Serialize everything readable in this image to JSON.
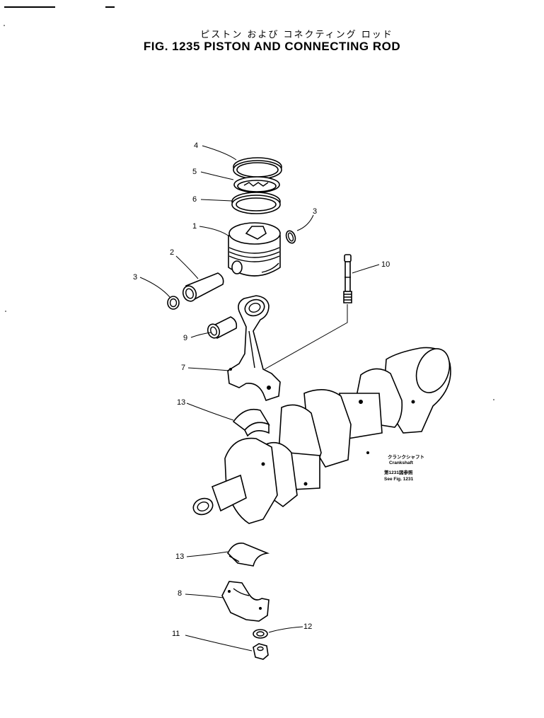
{
  "title": {
    "japanese": "ピストン および コネクティング ロッド",
    "english": "FIG. 1235  PISTON AND CONNECTING ROD"
  },
  "callouts": [
    {
      "id": "4",
      "label": "4"
    },
    {
      "id": "5",
      "label": "5"
    },
    {
      "id": "6",
      "label": "6"
    },
    {
      "id": "1",
      "label": "1"
    },
    {
      "id": "3a",
      "label": "3"
    },
    {
      "id": "2",
      "label": "2"
    },
    {
      "id": "3b",
      "label": "3"
    },
    {
      "id": "10",
      "label": "10"
    },
    {
      "id": "9",
      "label": "9"
    },
    {
      "id": "7",
      "label": "7"
    },
    {
      "id": "13a",
      "label": "13"
    },
    {
      "id": "13b",
      "label": "13"
    },
    {
      "id": "8",
      "label": "8"
    },
    {
      "id": "11",
      "label": "11"
    },
    {
      "id": "12",
      "label": "12"
    }
  ],
  "crankshaft_note": {
    "jp_name": "クランクシャフト",
    "en_name": "Crankshaft",
    "jp_ref": "第1231図参照",
    "en_ref": "See Fig. 1231"
  }
}
